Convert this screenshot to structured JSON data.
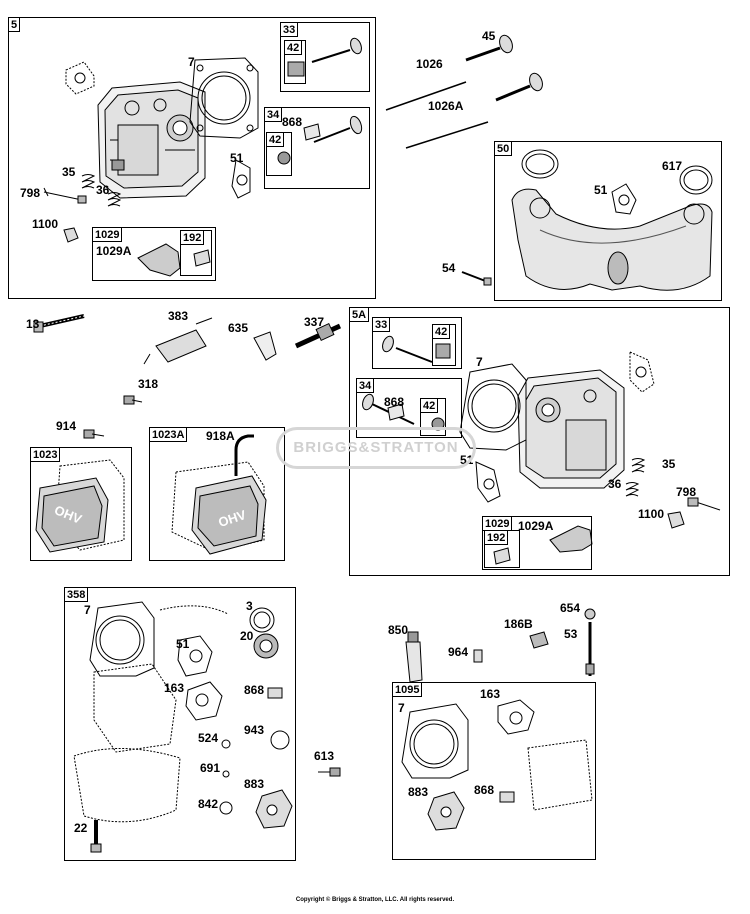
{
  "watermark": "BRIGGS&STRATTON",
  "copyright": "Copyright © Briggs & Stratton, LLC. All rights reserved.",
  "boxes": {
    "b5": "5",
    "b33": "33",
    "b42a": "42",
    "b34": "34",
    "b42b": "42",
    "b1029": "1029",
    "b192": "192",
    "b50": "50",
    "b5A": "5A",
    "b33A": "33",
    "b42c": "42",
    "b34A": "34",
    "b42d": "42",
    "b1029A": "1029",
    "b192A": "192",
    "b1023": "1023",
    "b1023A": "1023A",
    "b358": "358",
    "b1095": "1095"
  },
  "labels": {
    "p7": "7",
    "p868": "868",
    "p51": "51",
    "p35": "35",
    "p798": "798",
    "p36": "36",
    "p1100": "1100",
    "p1029A": "1029A",
    "p45": "45",
    "p1026": "1026",
    "p1026A": "1026A",
    "p51b": "51",
    "p617": "617",
    "p54": "54",
    "p13": "13",
    "p383": "383",
    "p635": "635",
    "p337": "337",
    "p318": "318",
    "p914": "914",
    "p918A": "918A",
    "q7": "7",
    "q868": "868",
    "q51": "51",
    "q35": "35",
    "q36": "36",
    "q798": "798",
    "q1100": "1100",
    "q1029A": "1029A",
    "r7": "7",
    "r3": "3",
    "r51": "51",
    "r20": "20",
    "r163": "163",
    "r868": "868",
    "r524": "524",
    "r943": "943",
    "r691": "691",
    "r883": "883",
    "r842": "842",
    "r22": "22",
    "r613": "613",
    "s850": "850",
    "s964": "964",
    "s186B": "186B",
    "s654": "654",
    "s53": "53",
    "t163": "163",
    "t7": "7",
    "t883": "883",
    "t868": "868"
  },
  "valve_cover_text": "OHV"
}
